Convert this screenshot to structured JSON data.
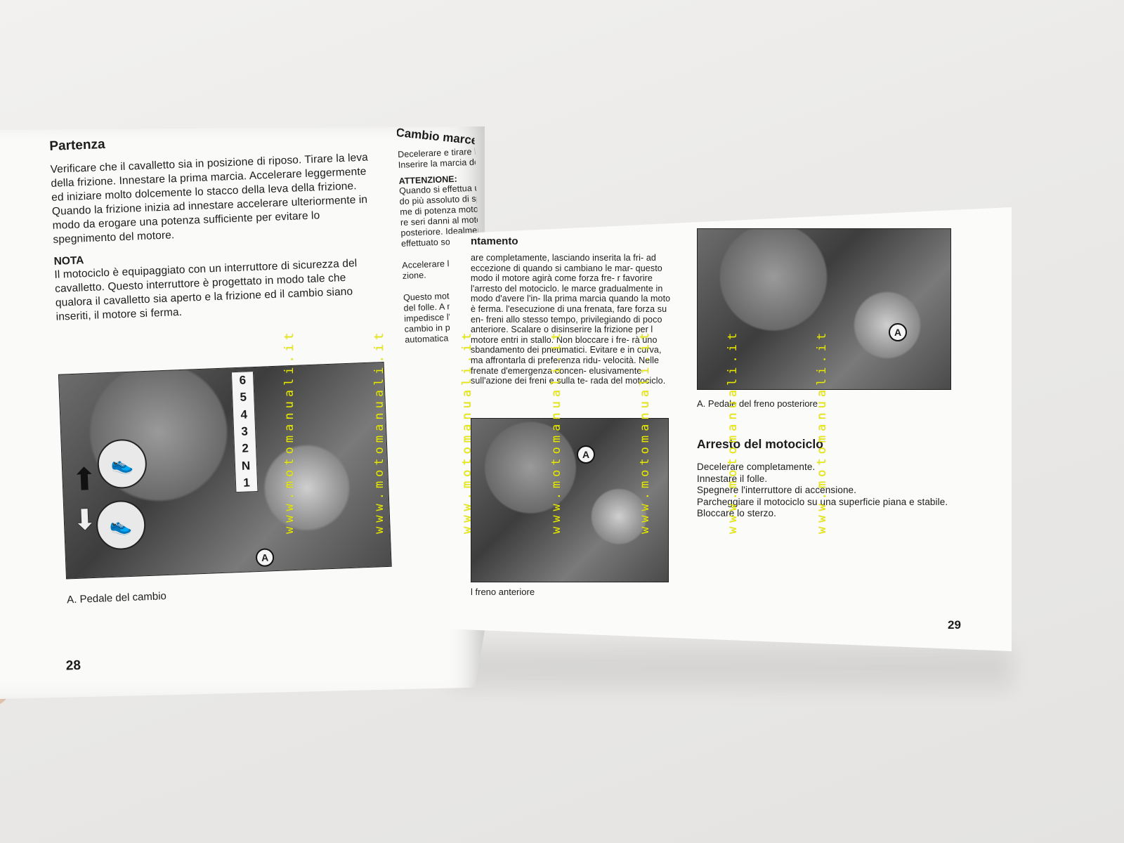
{
  "left_page": {
    "title": "Partenza",
    "paragraph": "Verificare che il cavalletto sia in posizione di riposo. Tirare la leva della frizione. Innestare la prima marcia. Accelerare leggermente ed iniziare molto dolcemente lo stacco della leva della frizione. Quando la frizione inizia ad innestare accelerare ulteriormente in modo da erogare una potenza sufficiente per evitare lo spegnimento del motore.",
    "note_title": "NOTA",
    "note_text": "Il motociclo è equipaggiato con un interruttore di sicurezza del cavalletto. Questo interruttore è progettato in modo tale che qualora il cavalletto sia aperto e la frizione ed il cambio siano inseriti, il motore si ferma.",
    "gears": [
      "6",
      "5",
      "4",
      "3",
      "2",
      "N",
      "1"
    ],
    "label": "A",
    "caption": "A. Pedale del cambio",
    "page_number": "28",
    "side_column": {
      "title": "Cambio marce",
      "line1": "Decelerare e tirare la",
      "line2": "Inserire la marcia deside",
      "warning_title": "ATTENZIONE:",
      "warning_lines": [
        "Quando si effettua un",
        "do più assoluto di spos",
        "me di potenza motore",
        "re seri danni al moto",
        "posteriore. Idealmen",
        "effettuato sotto sfor"
      ],
      "para2_lines": [
        "Accelerare legger",
        "zione."
      ],
      "para3_lines": [
        "Questo motocicl",
        "del folle. A moto",
        "impedisce l'inse",
        "cambio in prima",
        "automatica del fo"
      ]
    }
  },
  "right_page": {
    "section_title": "ntamento",
    "paragraph": "are completamente, lasciando inserita la fri- ad eccezione di quando si cambiano le mar- questo modo il motore agirà come forza fre- r favorire l'arresto del motociclo. le marce gradualmente in modo d'avere l'in- lla prima marcia quando la moto è ferma. l'esecuzione di una frenata, fare forza su en- freni allo stesso tempo, privilegiando di poco anteriore. Scalare o disinserire la frizione per l motore entri in stallo. Non bloccare i fre- rà uno sbandamento dei pneumatici. Evitare e in curva, ma affrontarla di preferenza ridu- velocità. Nelle frenate d'emergenza concen- elusivamente sull'azione dei freni e sulla te- rada del motociclo.",
    "photo_mid_label": "A",
    "caption_mid": "l freno anteriore",
    "photo_right_label": "A",
    "caption_right": "A. Pedale del freno posteriore",
    "stop_title": "Arresto del motociclo",
    "stop_lines": [
      "Decelerare completamente.",
      "Innestare il folle.",
      "Spegnere l'interruttore di accensione.",
      "Parcheggiare il motociclo su una superficie piana e stabile.",
      "Bloccare lo sterzo."
    ],
    "page_number": "29"
  },
  "watermark": "www.motomanuali.it"
}
